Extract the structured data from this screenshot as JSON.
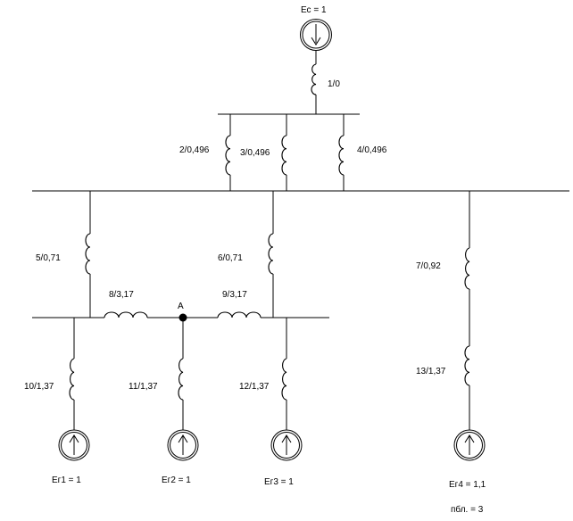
{
  "sources": {
    "ec": "Ес = 1",
    "er1": "Ег1 = 1",
    "er2": "Ег2 = 1",
    "er3": "Ег3 = 1",
    "er4": "Ег4 = 1,1"
  },
  "reactances": {
    "x1": "1/0",
    "x2": "2/0,496",
    "x3": "3/0,496",
    "x4": "4/0,496",
    "x5": "5/0,71",
    "x6": "6/0,71",
    "x7": "7/0,92",
    "x8": "8/3,17",
    "x9": "9/3,17",
    "x10": "10/1,37",
    "x11": "11/1,37",
    "x12": "12/1,37",
    "x13": "13/1,37"
  },
  "node_a": "A",
  "branch_count": "пбл. = 3"
}
